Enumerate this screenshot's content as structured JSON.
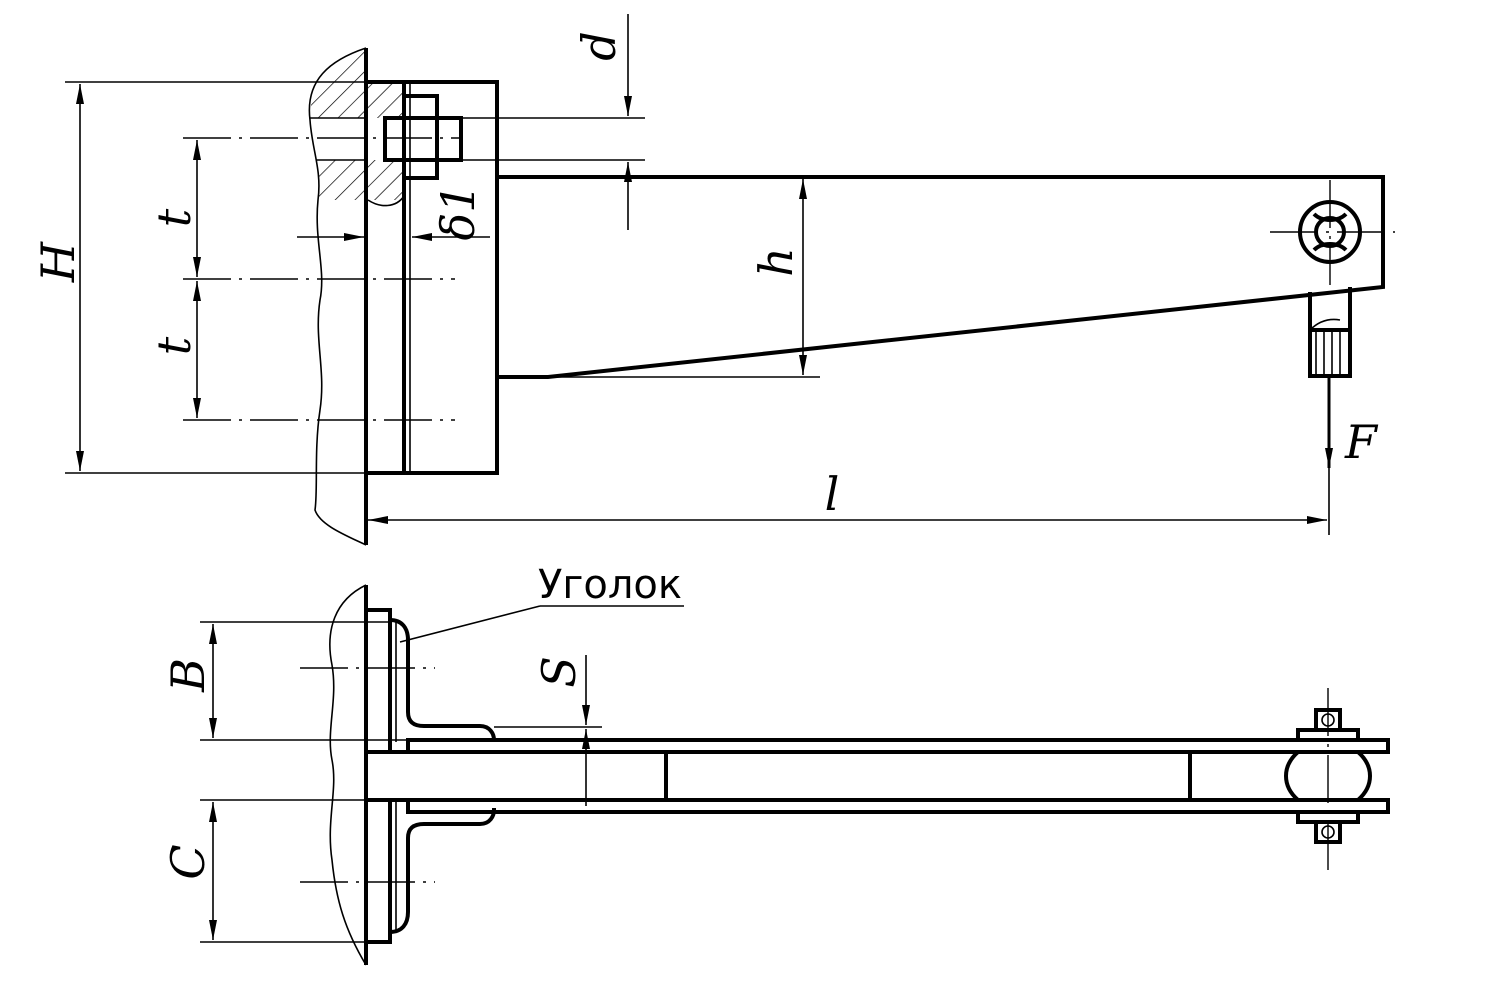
{
  "labels": {
    "H": "H",
    "t_upper": "t",
    "t_lower": "t",
    "d": "d",
    "delta": "δ1",
    "h": "h",
    "F": "F",
    "l": "l",
    "angle_callout": "Уголок",
    "B": "B",
    "S": "S",
    "C": "C"
  }
}
